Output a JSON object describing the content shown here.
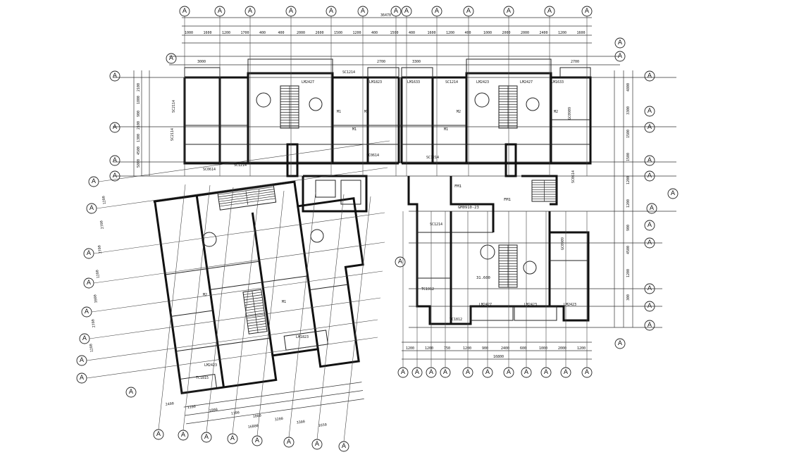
{
  "grid_marker": "A",
  "dimensions": {
    "total_top": "36470",
    "total_bottom_right": "16800",
    "total_bottom_left": "16800",
    "top_row": [
      "1000",
      "1600",
      "1200",
      "1700",
      "400",
      "400",
      "2000",
      "2600",
      "1500",
      "1200",
      "400",
      "1500",
      "400",
      "1600",
      "1200",
      "400",
      "1000",
      "2000",
      "2000",
      "2400",
      "1200",
      "1600"
    ],
    "mid_row": [
      "3000",
      "2700",
      "3300",
      "2700"
    ],
    "left_col": [
      "2100",
      "1800",
      "900",
      "2100",
      "1300",
      "4500",
      "5800"
    ],
    "right_col": [
      "4800",
      "3300",
      "1500",
      "1500",
      "1200",
      "1200",
      "900",
      "4500",
      "1200",
      "300"
    ],
    "bottom_right_row": [
      "1200",
      "1200",
      "750",
      "1200",
      "900",
      "2400",
      "600",
      "1000",
      "2000",
      "1200"
    ],
    "bottom_left_row": [
      "2400",
      "1100",
      "1000",
      "1100",
      "1000",
      "3200",
      "3300",
      "1650"
    ],
    "slanted_col": [
      "1200",
      "2700",
      "2700",
      "1200",
      "3900",
      "2700",
      "1200"
    ]
  },
  "labels": {
    "doors": [
      "LM2427",
      "LM1823",
      "LM1633",
      "LM2423",
      "LM2427",
      "LM1633",
      "LM2423",
      "LM1823",
      "LM2427",
      "LM2423",
      "LM2423",
      "M1",
      "M2",
      "M2",
      "M1",
      "M1",
      "M2",
      "M2",
      "M1"
    ],
    "windows": [
      "SC1214",
      "SC1214",
      "SC2114",
      "SC1214",
      "SC0614",
      "SC1214",
      "SC0614",
      "SC1214",
      "SC0614",
      "SC2114",
      "GC0909",
      "GC0909",
      "TC1912",
      "TC1812",
      "TC1815"
    ],
    "fm": [
      "FM1",
      "FM1"
    ],
    "hatch": [
      "GM0910-23"
    ],
    "elevation": "31.600"
  }
}
